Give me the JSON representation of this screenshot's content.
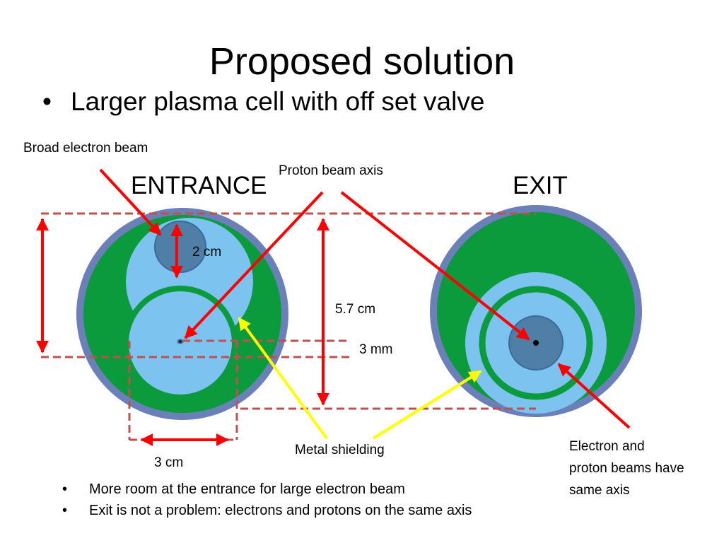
{
  "title": "Proposed solution",
  "bullet": "Larger plasma cell with off set valve",
  "diagram": {
    "entrance_label": "ENTRANCE",
    "exit_label": "EXIT",
    "broad_electron_beam": "Broad electron beam",
    "proton_beam_axis": "Proton beam axis",
    "dim_2cm": "2 cm",
    "dim_5_7cm": "5.7 cm",
    "dim_3mm": "3 mm",
    "dim_3cm": "3 cm",
    "metal_shielding": "Metal shielding",
    "same_axis_note": [
      "Electron and",
      "proton beams have",
      "same axis"
    ]
  },
  "notes": [
    "More room at the entrance for large electron beam",
    "Exit is not a problem: electrons and protons on the same axis"
  ],
  "colors": {
    "outer_ring": "#6b7fb8",
    "plasma_green": "#0b9a3c",
    "light_blue": "#7cc3f0",
    "beam_blue": "#4f7fa6",
    "arrow_red": "#ff0000",
    "arrow_yellow": "#ffff00",
    "dash_red": "#c0504d"
  }
}
